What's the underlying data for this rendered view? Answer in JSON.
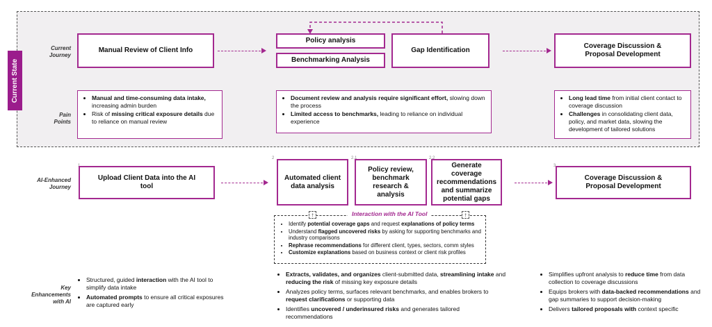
{
  "side_tab": "Current State",
  "row_labels": {
    "current_journey": [
      "Current",
      "Journey"
    ],
    "pain_points": [
      "Pain",
      "Points"
    ],
    "ai_journey": [
      "AI-Enhanced",
      "Journey"
    ],
    "key_enhancements": [
      "Key",
      "Enhancements",
      "with AI"
    ]
  },
  "current": {
    "manual_review": "Manual Review of Client Info",
    "policy_analysis": "Policy analysis",
    "benchmarking": "Benchmarking Analysis",
    "gap_identification": "Gap Identification",
    "coverage_line1": "Coverage Discussion &",
    "coverage_line2": "Proposal Development"
  },
  "pain": {
    "col1": [
      {
        "b": "Manual and time-consuming data intake,",
        "t": " increasing admin burden",
        "pre": ""
      },
      {
        "pre": "Risk of ",
        "b": "missing critical exposure details",
        "t": " due to reliance on manual review"
      }
    ],
    "col2": [
      {
        "pre": "",
        "b": "Document review and analysis require significant effort,",
        "t": " slowing down the process"
      },
      {
        "pre": "",
        "b": "Limited access to benchmarks,",
        "t": " leading to reliance on individual experience"
      }
    ],
    "col3": [
      {
        "pre": "",
        "b": "Long lead time",
        "t": " from initial client contact to coverage discussion"
      },
      {
        "pre": "",
        "b": "Challenges",
        "t": " in consolidating client data, policy, and market data, slowing the development of tailored solutions"
      }
    ]
  },
  "ai": {
    "upload_line1": "Upload Client Data into the AI",
    "upload_line2": "tool",
    "automated_line1": "Automated client",
    "automated_line2": "data analysis",
    "policy_review": [
      "Policy review,",
      "benchmark",
      "research &",
      "analysis"
    ],
    "generate": [
      "Generate coverage",
      "recommendations",
      "and summarize",
      "potential gaps"
    ],
    "coverage_line1": "Coverage Discussion &",
    "coverage_line2": "Proposal Development",
    "step_numbers": [
      "1",
      "2",
      "2.1",
      "2.2",
      "3"
    ]
  },
  "ai_tool": {
    "title": "Interaction with the AI Tool",
    "items": [
      {
        "pre": "Identify ",
        "b": "potential coverage gaps",
        "mid": " and request ",
        "b2": "explanations of policy terms",
        "t": ""
      },
      {
        "pre": "Understand ",
        "b": "flagged uncovered risks",
        "mid": " by asking for supporting benchmarks and industry comparisons",
        "b2": "",
        "t": ""
      },
      {
        "pre": "",
        "b": "Rephrase recommendations",
        "mid": " for different client, types, sectors, comm styles",
        "b2": "",
        "t": ""
      },
      {
        "pre": "",
        "b": "Customize explanations",
        "mid": " based on business context or client risk profiles",
        "b2": "",
        "t": ""
      }
    ]
  },
  "enhancements": {
    "col1": [
      {
        "pre": "Structured, guided ",
        "b": "interaction",
        "t": " with the AI tool to simplify data intake"
      },
      {
        "pre": "",
        "b": "Automated prompts",
        "t": " to ensure all critical exposures are captured early"
      }
    ],
    "col2": [
      {
        "pre": "",
        "b": "Extracts, validates, and organizes",
        "t": " client-submitted data, ",
        "b2": "streamlining intake",
        "t2": " and ",
        "b3": "reducing the risk",
        "t3": " of missing key exposure details"
      },
      {
        "pre": "Analyzes policy terms, surfaces relevant benchmarks, and enables brokers to ",
        "b": "request clarifications",
        "t": " or supporting data",
        "b2": "",
        "t2": "",
        "b3": "",
        "t3": ""
      },
      {
        "pre": "Identifies ",
        "b": "uncovered / underinsured risks",
        "t": " and generates tailored recommendations",
        "b2": "",
        "t2": "",
        "b3": "",
        "t3": ""
      }
    ],
    "col3": [
      {
        "pre": "Simplifies upfront analysis to ",
        "b": "reduce time",
        "t": " from data collection to coverage discussions"
      },
      {
        "pre": "Equips brokers with ",
        "b": "data-backed recommendations",
        "t": " and gap summaries to support decision-making"
      },
      {
        "pre": "Delivers ",
        "b": "tailored proposals with",
        "t": " context specific"
      }
    ]
  },
  "colors": {
    "accent": "#a3288f",
    "tab": "#9b1c8c",
    "region_bg": "#f1eff1"
  }
}
